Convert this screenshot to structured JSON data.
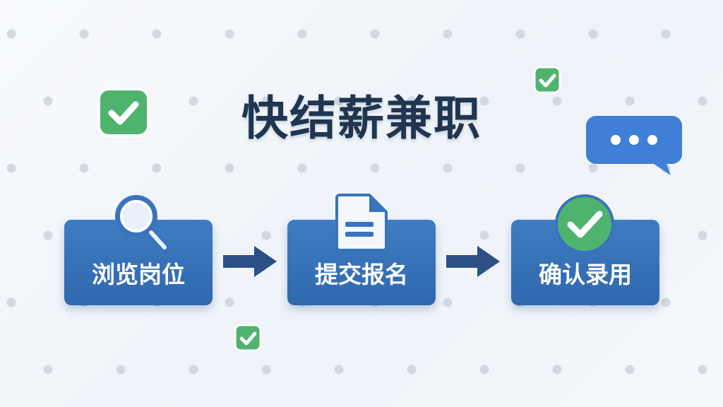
{
  "title": "快结薪兼职",
  "steps": [
    {
      "label": "浏览岗位",
      "icon": "magnifier-icon"
    },
    {
      "label": "提交报名",
      "icon": "document-icon"
    },
    {
      "label": "确认录用",
      "icon": "check-circle-icon"
    }
  ],
  "colors": {
    "title": "#1f3550",
    "step_box": "#3570b5",
    "arrow": "#2c4f85",
    "check_green": "#4fb36e",
    "chat_blue": "#3f7fd8",
    "background": "#f3f6fa",
    "dot": "#c5ccd6"
  },
  "decorations": [
    "check-icon",
    "check-icon",
    "check-icon",
    "chat-bubble-icon"
  ]
}
